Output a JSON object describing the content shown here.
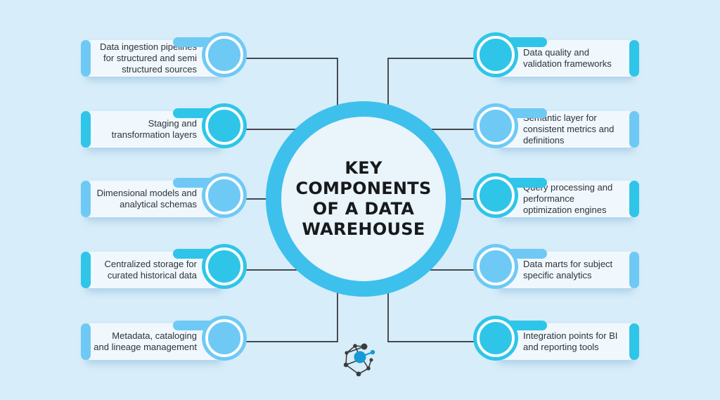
{
  "title": {
    "text": "KEY COMPONENTS OF A DATA WAREHOUSE",
    "lines": [
      "KEY",
      "COMPONENTS",
      "OF A DATA",
      "WAREHOUSE"
    ]
  },
  "items": {
    "left": [
      {
        "label": "Data ingestion pipelines for structured and semi structured sources",
        "lines": [
          "Data ingestion pipelines",
          "for structured and semi",
          "structured sources"
        ],
        "variant": "light"
      },
      {
        "label": "Staging and transformation layers",
        "lines": [
          "Staging and",
          "transformation layers"
        ],
        "variant": "teal"
      },
      {
        "label": "Dimensional models and analytical schemas",
        "lines": [
          "Dimensional models and",
          "analytical schemas"
        ],
        "variant": "light"
      },
      {
        "label": "Centralized storage for curated historical data",
        "lines": [
          "Centralized storage for",
          "curated historical data"
        ],
        "variant": "teal"
      },
      {
        "label": "Metadata, cataloging and lineage management",
        "lines": [
          "Metadata, cataloging",
          "and lineage management"
        ],
        "variant": "light"
      }
    ],
    "right": [
      {
        "label": "Data quality and validation frameworks",
        "lines": [
          "Data quality and",
          "validation frameworks"
        ],
        "variant": "teal"
      },
      {
        "label": "Semantic layer for consistent metrics and definitions",
        "lines": [
          "Semantic layer for",
          "consistent metrics and",
          "definitions"
        ],
        "variant": "light"
      },
      {
        "label": "Query processing and performance optimization engines",
        "lines": [
          "Query processing and",
          "performance",
          "optimization engines"
        ],
        "variant": "teal"
      },
      {
        "label": "Data marts for subject specific analytics",
        "lines": [
          "Data marts for subject",
          "specific analytics"
        ],
        "variant": "light"
      },
      {
        "label": "Integration points for BI and reporting tools",
        "lines": [
          "Integration points for BI",
          "and reporting tools"
        ],
        "variant": "teal"
      }
    ]
  },
  "logo": {
    "icon": "network-graph-logo-icon"
  },
  "colors": {
    "background": "#D7EDF9",
    "box_fill": "#F1F8FD",
    "circle_light": "#6FC9F5",
    "circle_teal": "#2FC5E8",
    "central_ring": "#3EC0EC",
    "central_fill": "#E9F4FB",
    "text": "#2E3338",
    "connector_line": "#2F3338",
    "logo_blue": "#1798D7",
    "logo_dark": "#3B3B3B"
  }
}
